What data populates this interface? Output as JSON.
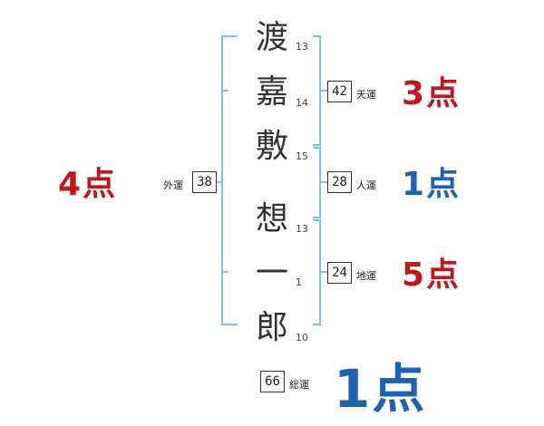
{
  "name_chars": [
    {
      "char": "渡",
      "strokes": "13"
    },
    {
      "char": "嘉",
      "strokes": "14"
    },
    {
      "char": "敷",
      "strokes": "15"
    },
    {
      "char": "想",
      "strokes": "13"
    },
    {
      "char": "一",
      "strokes": "1"
    },
    {
      "char": "郎",
      "strokes": "10"
    }
  ],
  "fortunes": {
    "tenun": {
      "label": "天運",
      "value": "42",
      "score": "3点",
      "color": "#c0161c"
    },
    "jinun": {
      "label": "人運",
      "value": "28",
      "score": "1点",
      "color": "#1e63b3"
    },
    "chiun": {
      "label": "地運",
      "value": "24",
      "score": "5点",
      "color": "#c0161c"
    },
    "gaiun": {
      "label": "外運",
      "value": "38",
      "score": "4点",
      "color": "#c0161c"
    },
    "soun": {
      "label": "総運",
      "value": "66",
      "score": "1点",
      "color": "#1e63b3"
    }
  },
  "bracket_color": "#7cc3e6"
}
